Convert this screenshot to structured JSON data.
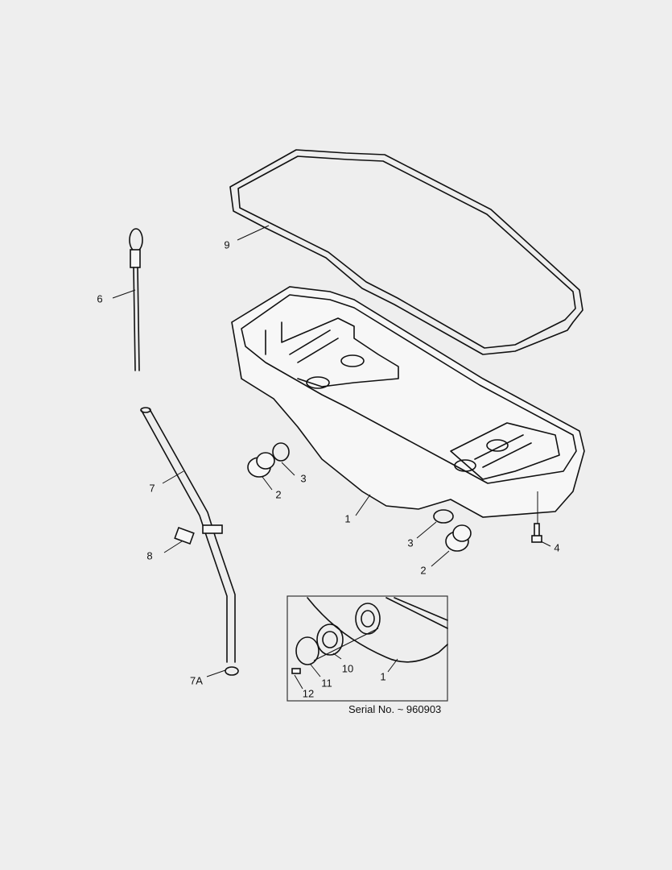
{
  "diagram": {
    "callouts": [
      {
        "id": "gasket",
        "label": "9"
      },
      {
        "id": "dipstick",
        "label": "6"
      },
      {
        "id": "dipstick-tube",
        "label": "7"
      },
      {
        "id": "sleeve",
        "label": "8"
      },
      {
        "id": "o-ring-left",
        "label": "3"
      },
      {
        "id": "drain-plug-left",
        "label": "2"
      },
      {
        "id": "oil-pan",
        "label": "1"
      },
      {
        "id": "o-ring-right",
        "label": "3"
      },
      {
        "id": "drain-plug-right",
        "label": "2"
      },
      {
        "id": "bolt",
        "label": "4"
      },
      {
        "id": "inset-gasket",
        "label": "10"
      },
      {
        "id": "inset-cover",
        "label": "11"
      },
      {
        "id": "inset-bolt",
        "label": "12"
      },
      {
        "id": "inset-oil-pan",
        "label": "1"
      },
      {
        "id": "tube-o-ring",
        "label": "7A"
      }
    ],
    "serial_note": "Serial No. ~ 960903"
  }
}
